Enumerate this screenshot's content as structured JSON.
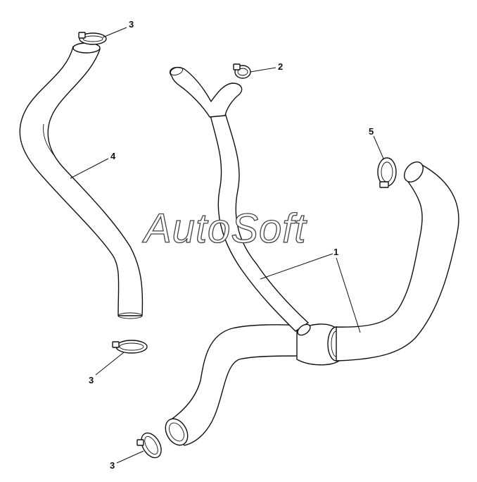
{
  "watermark": {
    "text": "AutoSoft"
  },
  "callouts": [
    {
      "id": "c3a",
      "label": "3"
    },
    {
      "id": "c2",
      "label": "2"
    },
    {
      "id": "c4",
      "label": "4"
    },
    {
      "id": "c5",
      "label": "5"
    },
    {
      "id": "c1",
      "label": "1"
    },
    {
      "id": "c3b",
      "label": "3"
    },
    {
      "id": "c3c",
      "label": "3"
    }
  ]
}
